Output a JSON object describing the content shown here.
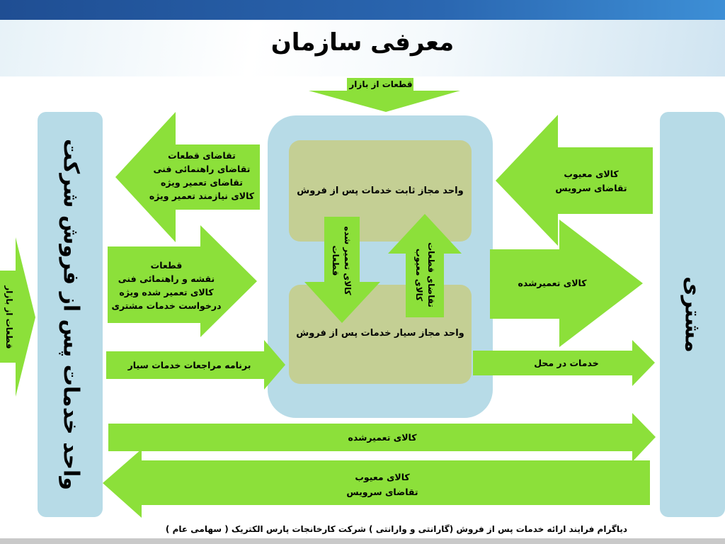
{
  "title": "معرفی سازمان",
  "left_unit": "واحد خدمات پس از فروش شرکت",
  "customer": "مشتری",
  "market_parts_top": "قطعات از بازار",
  "market_parts_left": "قطعات از بازار",
  "fixed_unit": "واحد مجاز ثابت خدمات پس از فروش",
  "mobile_unit": "واحد مجاز سیار خدمات پس از فروش",
  "down_arrow": [
    "کالای تعمیر شده",
    "قطعات"
  ],
  "up_arrow": [
    "تقاضای قطعات",
    "کالای معیوب"
  ],
  "arrow_requests": [
    "تقاضای قطعات",
    "تقاضای راهنمائی فنی",
    "تقاضای تعمیر ویژه",
    "کالای نیازمند تعمیر ویژه"
  ],
  "arrow_parts": [
    "قطعات",
    "نقشه و راهنمائی فنی",
    "کالای تعمیر شده ویژه",
    "درخواست خدمات مشتری"
  ],
  "arrow_visit_program": "برنامه مراجعات خدمات سیار",
  "arrow_customer_in": [
    "کالای معیوب",
    "تقاضای سرویس"
  ],
  "arrow_repaired_out": "کالای تعمیرشده",
  "arrow_onsite": "خدمات در محل",
  "arrow_bottom_repaired": "کالای تعمیرشده",
  "arrow_bottom_defective": [
    "کالای معیوب",
    "تقاضای سرویس"
  ],
  "caption": "دیاگرام فرایند ارائه خدمات پس از فروش (گارانتی و وارانتی ) شرکت کارخانجات پارس الکتریک ( سهامی عام )",
  "colors": {
    "arrow": "#8ce03a",
    "panel": "#b7dbe7",
    "unit_box": "#c4cf94"
  }
}
